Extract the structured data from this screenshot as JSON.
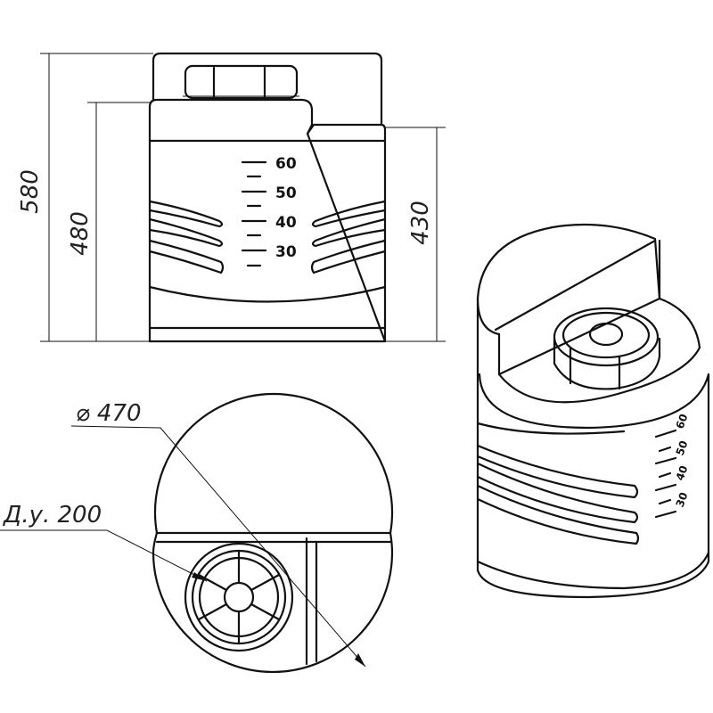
{
  "dimensions": {
    "total_height": "580",
    "body_height": "480",
    "shoulder_height": "430",
    "diameter": "⌀ 470",
    "nominal_bore": "Д.у. 200"
  },
  "scale_marks": [
    "60",
    "50",
    "40",
    "30"
  ],
  "colors": {
    "line": "#111111",
    "background": "#ffffff"
  }
}
